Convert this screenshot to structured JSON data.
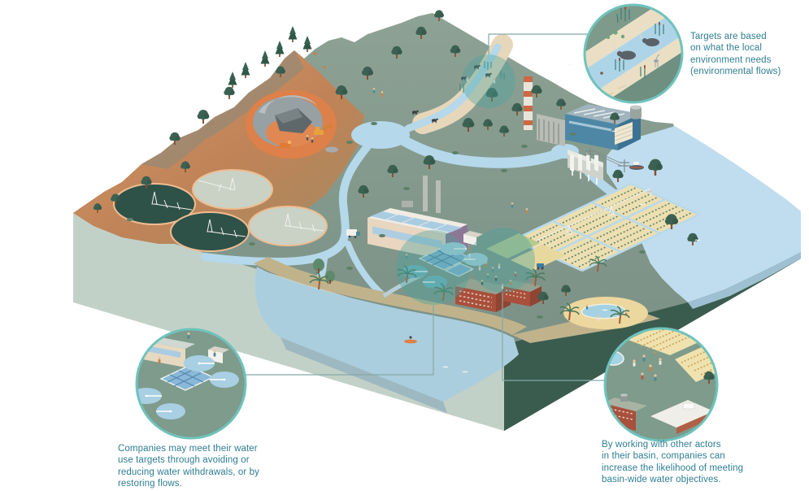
{
  "page": {
    "background": "#ffffff",
    "description": "Isometric cutaway illustration of a river basin showing how companies set and meet water targets"
  },
  "annotations": {
    "environmental_flows": {
      "text": "Targets are based\non what the local\nenvironment needs\n(environmental flows)"
    },
    "company_targets": {
      "text": "Companies may meet their water\nuse targets through avoiding or\nreducing water withdrawals, or by\nrestoring flows."
    },
    "collective_action": {
      "text": "By working with other actors\nin their basin, companies can\nincrease the likelihood of meeting\nbasin-wide water objectives."
    }
  },
  "callouts": [
    {
      "id": "environmental-flows-detail",
      "shows": "river-with-wildlife-reeds-buffalo-heron"
    },
    {
      "id": "water-treatment-detail",
      "shows": "treatment-plant-clarifier-tanks"
    },
    {
      "id": "basin-actors-detail",
      "shows": "farm-fields-and-people-meeting"
    }
  ],
  "scene": {
    "features": [
      "mountains",
      "open-pit-mine",
      "center-pivot-irrigation-fields",
      "river",
      "lake",
      "factory",
      "power-plant",
      "dam",
      "irrigated-crop-fields",
      "water-treatment-plant",
      "brick-buildings",
      "beach-oasis",
      "bay",
      "sea",
      "boats",
      "trees",
      "cattle",
      "people"
    ]
  },
  "colors": {
    "text": "#2e7d92",
    "callout_border": "#6fc3bc",
    "leader_line": "#85a8a6",
    "highlight_circle": "#4aa39d",
    "land_green": "#85988a",
    "terrain_orange": "#c98a5d",
    "water": "#bfddee",
    "side_face_light": "#c2d1c8",
    "side_face_dark": "#3a5c4e"
  }
}
